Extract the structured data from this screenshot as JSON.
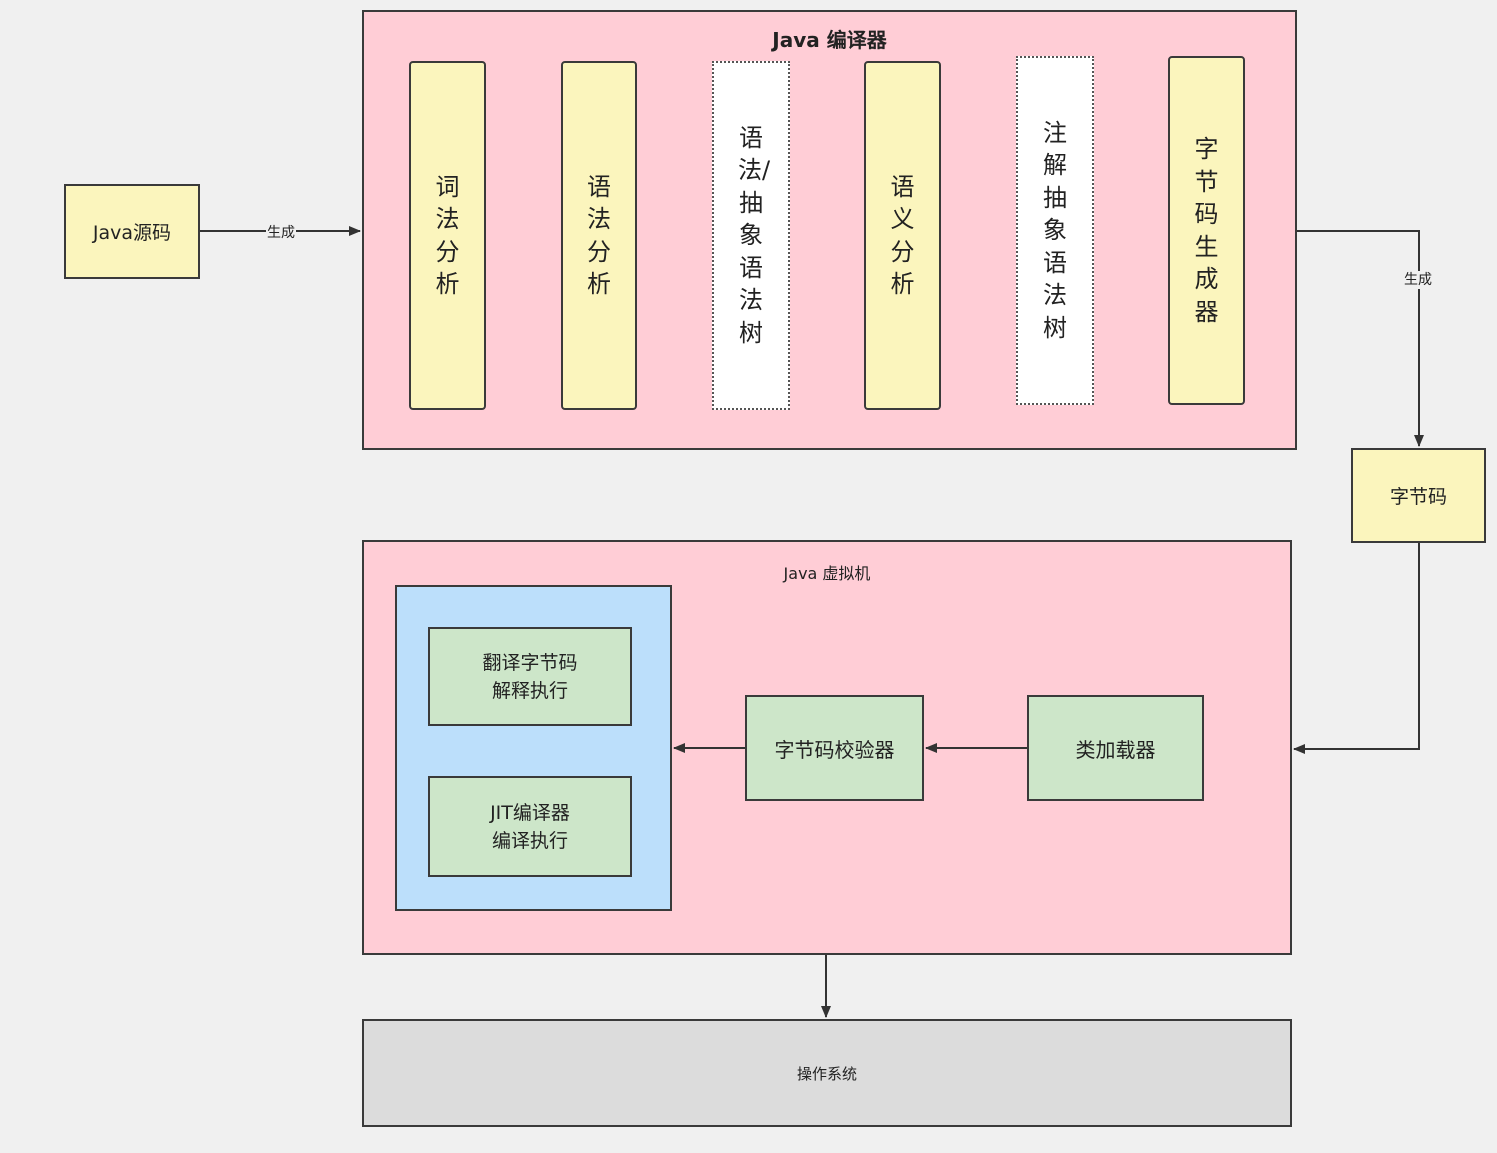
{
  "nodes": {
    "java_source": "Java源码",
    "compiler": {
      "title": "Java 编译器",
      "stages": [
        "词法分析",
        "语法分析",
        "语法/抽象语法树",
        "语义分析",
        "注解抽象语法树",
        "字节码生成器"
      ]
    },
    "bytecode": "字节码",
    "jvm": {
      "title": "Java 虚拟机",
      "interpreter": "翻译字节码\n解释执行",
      "jit": "JIT编译器\n编译执行",
      "verifier": "字节码校验器",
      "classloader": "类加载器"
    },
    "os": "操作系统"
  },
  "edges": {
    "source_to_compiler": "生成",
    "compiler_to_bytecode": "生成"
  },
  "colors": {
    "yellow": "#fbf5bd",
    "pink": "#ffcdd6",
    "blue": "#bcdffb",
    "green": "#cde6c9",
    "gray": "#dcdcdc",
    "dotted_fill": "#ffffff",
    "stroke": "#3a3a3a"
  }
}
